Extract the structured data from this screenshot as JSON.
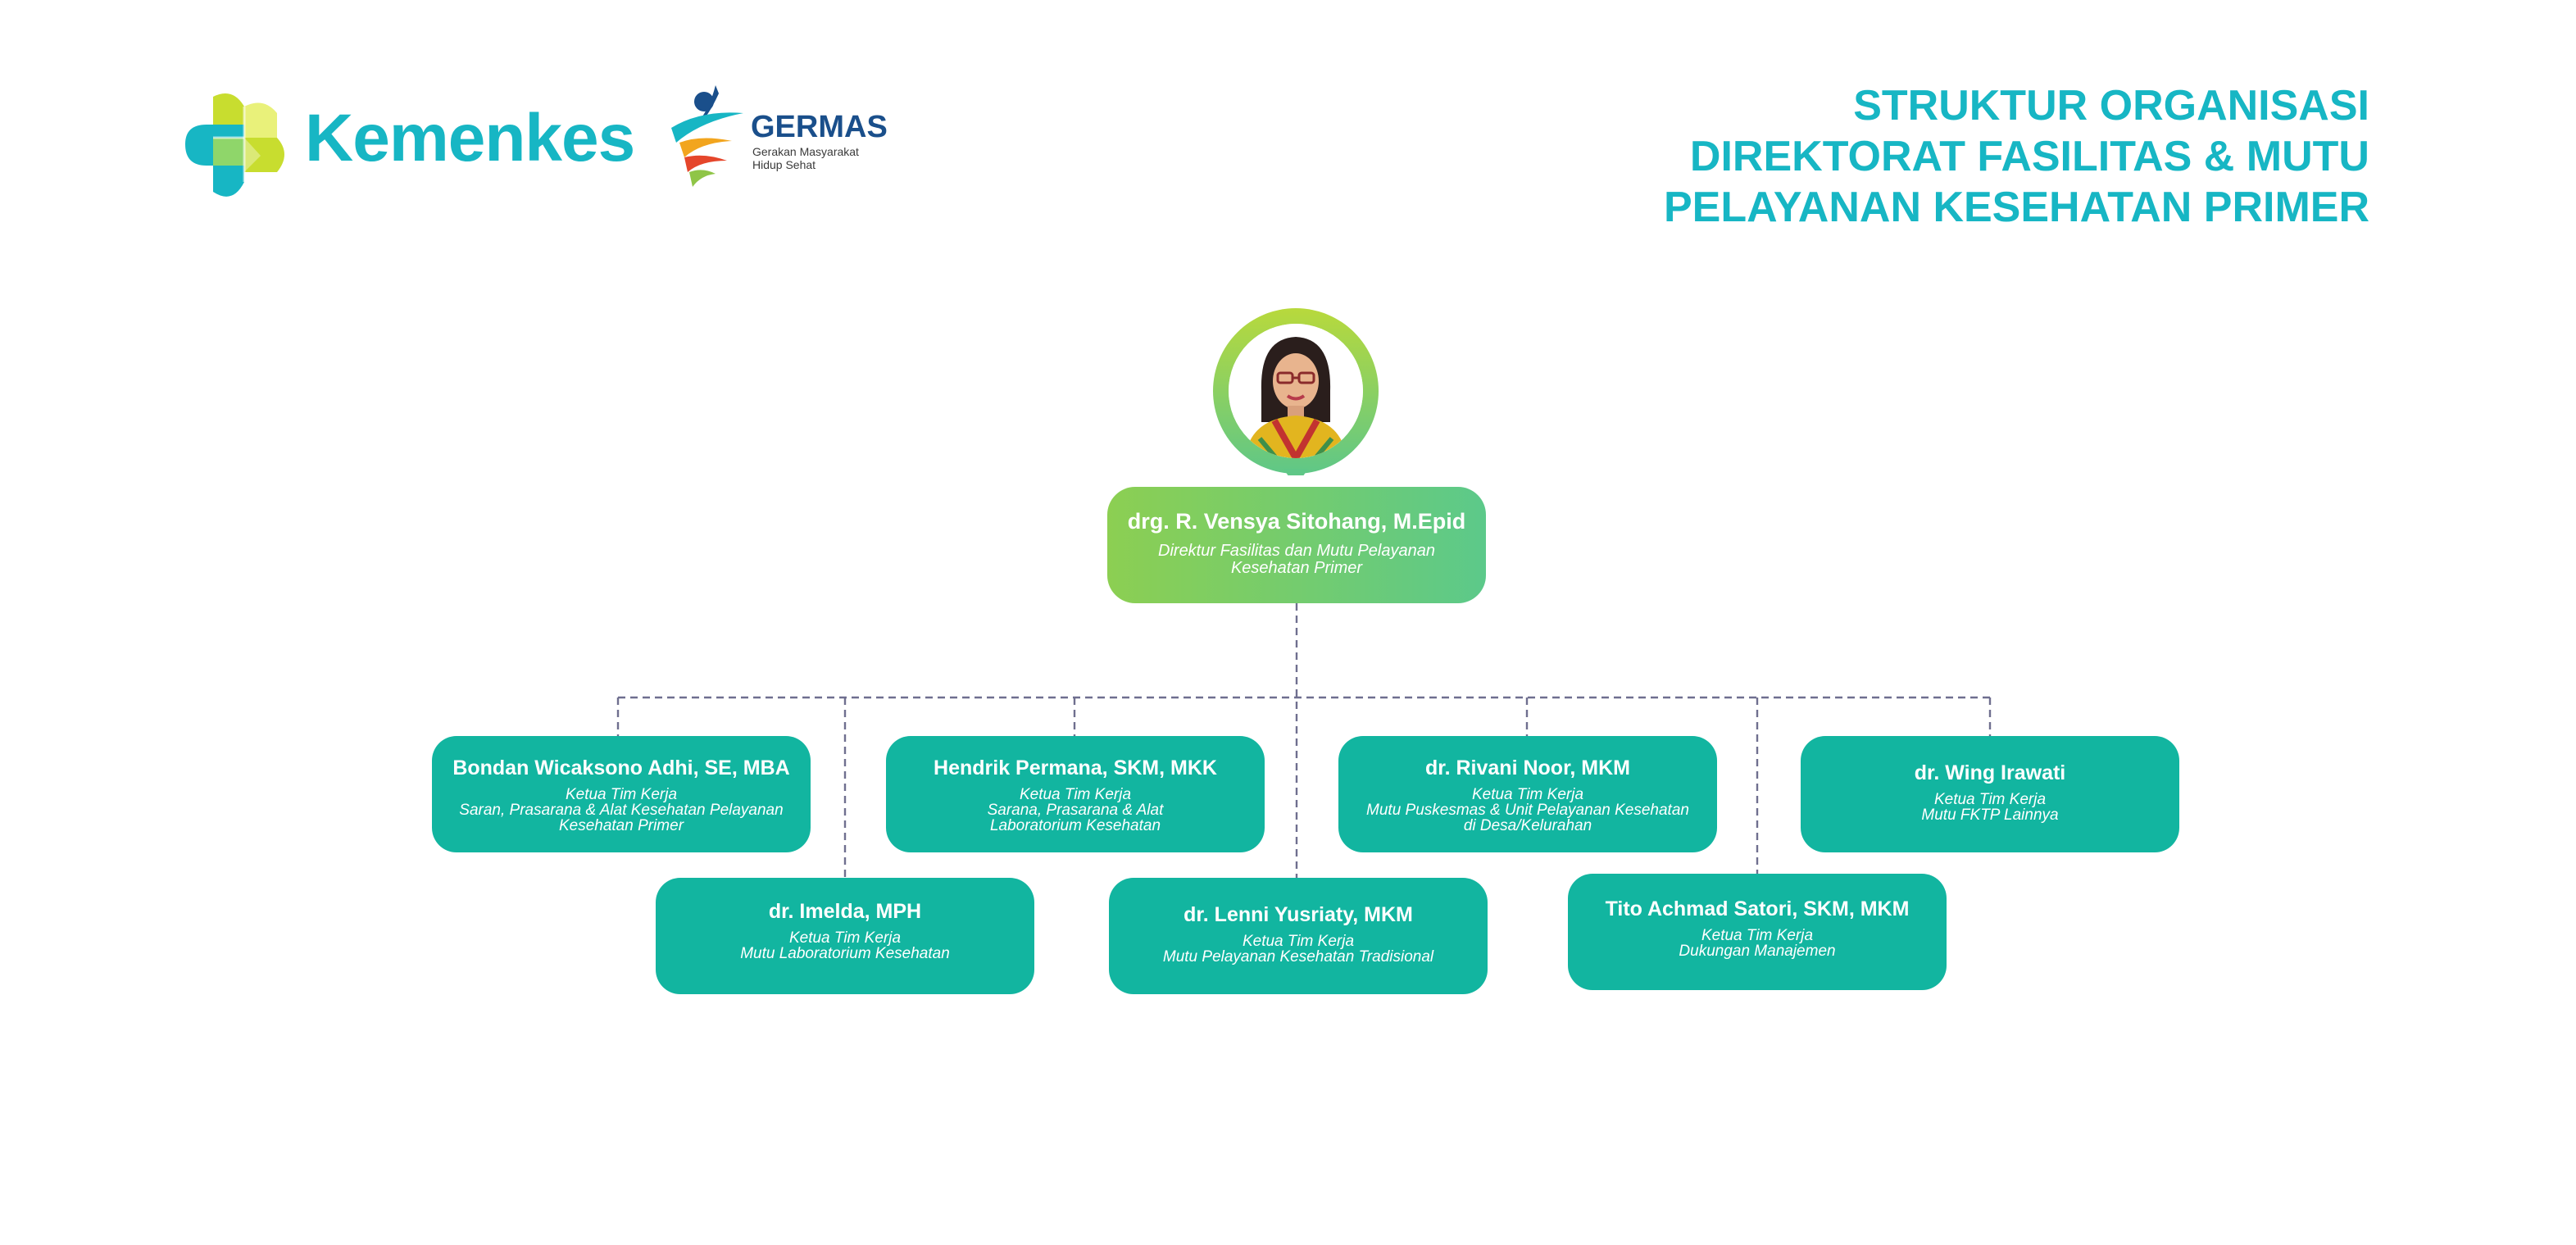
{
  "brand": {
    "name": "Kemenkes",
    "colors": {
      "cyan": "#17b6c4",
      "lime": "#c8dd2f",
      "teal": "#12b5a0"
    }
  },
  "germas": {
    "title": "GERMAS",
    "subtitle_lines": [
      "Gerakan Masyarakat",
      "Hidup Sehat"
    ]
  },
  "title_lines": [
    "STRUKTUR ORGANISASI",
    "DIREKTORAT FASILITAS & MUTU",
    "PELAYANAN KESEHATAN PRIMER"
  ],
  "director": {
    "name": "drg. R. Vensya Sitohang, M.Epid",
    "role_lines": [
      "Direktur Fasilitas dan Mutu Pelayanan",
      "Kesehatan Primer"
    ],
    "photo_icon": "person-portrait-icon",
    "colors": {
      "gradient_start": "#8ccf52",
      "gradient_end": "#5cc98a"
    }
  },
  "teams": [
    {
      "name": "Bondan Wicaksono Adhi, SE, MBA",
      "role_lines": [
        "Ketua Tim Kerja",
        "Saran,  Prasarana & Alat Kesehatan Pelayanan",
        "Kesehatan Primer"
      ]
    },
    {
      "name": "Hendrik Permana, SKM, MKK",
      "role_lines": [
        "Ketua Tim Kerja",
        "Sarana, Prasarana & Alat",
        "Laboratorium Kesehatan"
      ]
    },
    {
      "name": "dr. Rivani Noor, MKM",
      "role_lines": [
        "Ketua Tim Kerja",
        "Mutu Puskesmas & Unit Pelayanan Kesehatan",
        "di Desa/Kelurahan"
      ]
    },
    {
      "name": "dr. Wing Irawati",
      "role_lines": [
        "Ketua Tim Kerja",
        "Mutu FKTP Lainnya"
      ]
    },
    {
      "name": "dr. Imelda, MPH",
      "role_lines": [
        "Ketua Tim Kerja",
        "Mutu Laboratorium Kesehatan"
      ]
    },
    {
      "name": "dr. Lenni Yusriaty, MKM",
      "role_lines": [
        "Ketua Tim Kerja",
        "Mutu Pelayanan Kesehatan Tradisional"
      ]
    },
    {
      "name": "Tito Achmad Satori, SKM, MKM",
      "role_lines": [
        "Ketua Tim Kerja",
        "Dukungan Manajemen"
      ]
    }
  ]
}
